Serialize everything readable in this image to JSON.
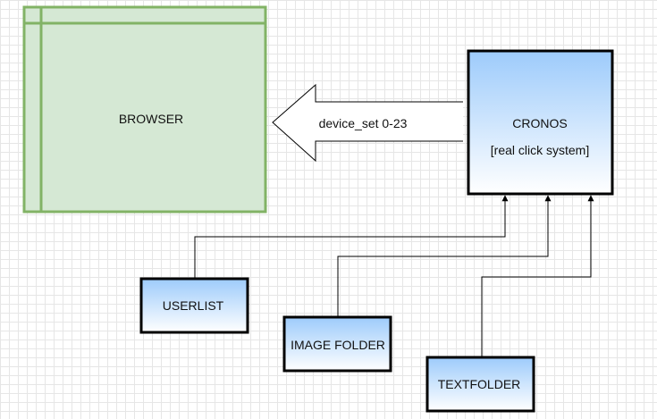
{
  "diagram": {
    "browser": {
      "label": "BROWSER"
    },
    "arrow": {
      "label": "device_set 0-23"
    },
    "cronos": {
      "title": "CRONOS",
      "subtitle": "[real click system]"
    },
    "inputs": [
      {
        "label": "USERLIST"
      },
      {
        "label": "IMAGE FOLDER"
      },
      {
        "label": "TEXTFOLDER"
      }
    ]
  },
  "colors": {
    "browser_fill": "#d5e8d4",
    "browser_stroke": "#82b366",
    "blue_top": "#9dcbfb",
    "blue_bottom": "#ffffff",
    "stroke": "#000000"
  }
}
